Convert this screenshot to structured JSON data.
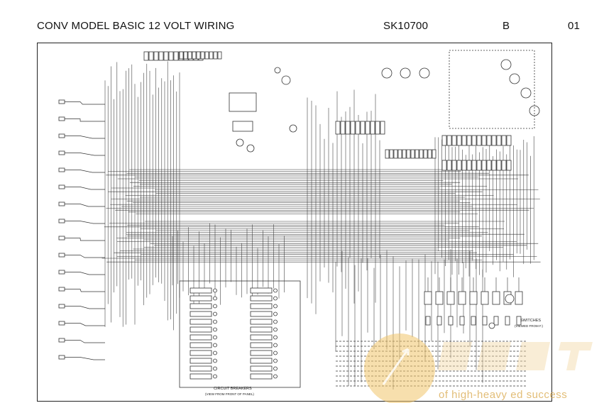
{
  "header": {
    "title": "CONV MODEL BASIC 12 VOLT WIRING",
    "doc_number": "SK10700",
    "revision": "B",
    "sheet": "01"
  },
  "labels": {
    "circuit_breakers": "CIRCUIT BREAKERS",
    "breakers_view": "(VIEW FROM FRONT OF PANEL)",
    "switches": "SWITCHES",
    "switches_view": "(VIEWED FROM F.)"
  },
  "watermark": {
    "text": "of high-heavy ed success"
  },
  "colors": {
    "line": "#333333",
    "background": "#ffffff",
    "watermark": "#e8b04a"
  }
}
